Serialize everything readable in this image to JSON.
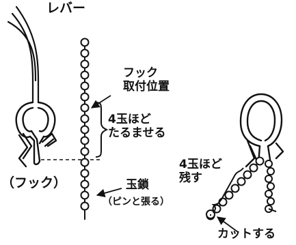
{
  "labels": {
    "lever": "レバー",
    "hook_position": [
      "フック",
      "取付位置"
    ],
    "four_beads": [
      "4玉ほど",
      "たるませる"
    ],
    "hook": "（フック）",
    "bead_chain": "玉鎖",
    "pin_taut": "（ピンと張る）",
    "leave_four": [
      "4玉ほど",
      "残す"
    ],
    "cut": "カットする"
  }
}
